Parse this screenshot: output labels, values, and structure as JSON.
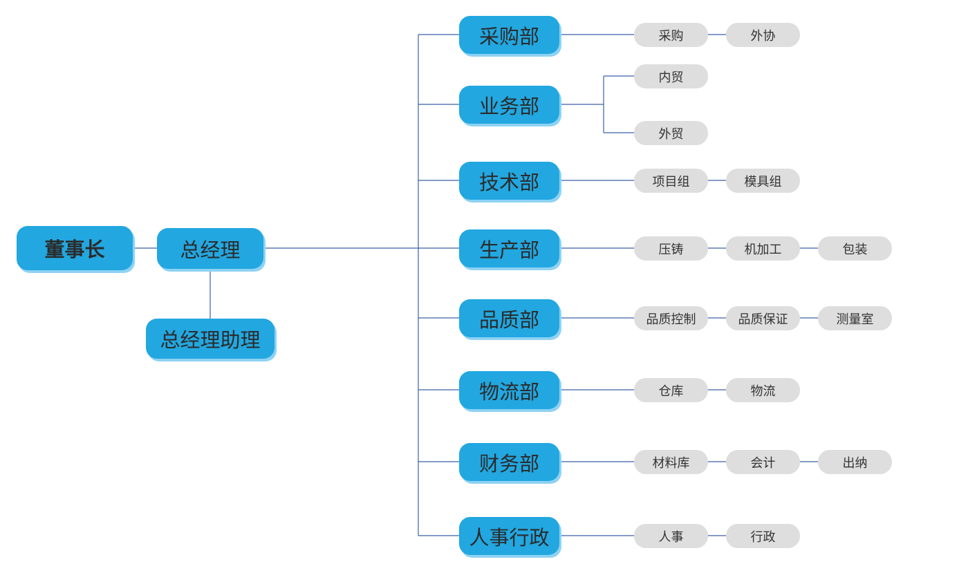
{
  "colors": {
    "node_fill": "#22a7e0",
    "node_shadow": "#8ed2f3",
    "leaf_fill": "#dedede",
    "connector": "#3a5fa8"
  },
  "chairman": "董事长",
  "general_manager": "总经理",
  "gm_assistant": "总经理助理",
  "departments": [
    {
      "name": "采购部",
      "units": [
        "采购",
        "外协"
      ]
    },
    {
      "name": "业务部",
      "units": [
        "内贸",
        "外贸"
      ]
    },
    {
      "name": "技术部",
      "units": [
        "项目组",
        "模具组"
      ]
    },
    {
      "name": "生产部",
      "units": [
        "压铸",
        "机加工",
        "包装"
      ]
    },
    {
      "name": "品质部",
      "units": [
        "品质控制",
        "品质保证",
        "测量室"
      ]
    },
    {
      "name": "物流部",
      "units": [
        "仓库",
        "物流"
      ]
    },
    {
      "name": "财务部",
      "units": [
        "材料库",
        "会计",
        "出纳"
      ]
    },
    {
      "name": "人事行政",
      "units": [
        "人事",
        "行政"
      ]
    }
  ]
}
